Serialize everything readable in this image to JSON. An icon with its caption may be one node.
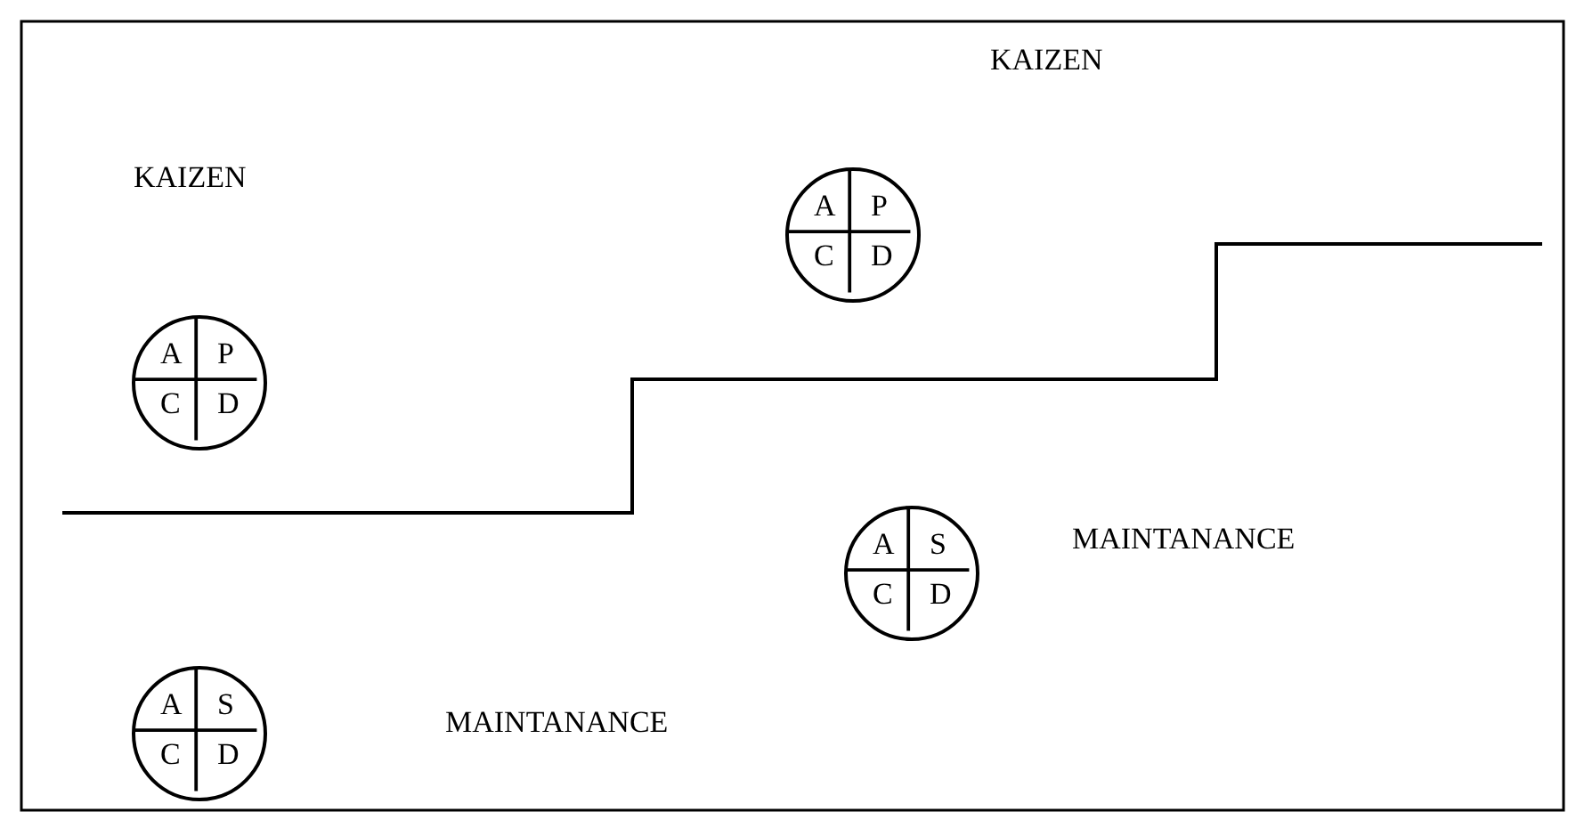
{
  "diagram": {
    "nodes": [
      {
        "text": [
          "A",
          "P",
          "C",
          "D"
        ]
      },
      {
        "text": [
          "A",
          "P",
          "C",
          "D"
        ]
      },
      {
        "text": [
          "A",
          "S",
          "C",
          "D"
        ]
      },
      {
        "text": [
          "A",
          "S",
          "C",
          "D"
        ]
      }
    ],
    "labels": [
      "KAIZEN",
      "KAIZEN",
      "MAINTANANCE",
      "MAINTANANCE"
    ]
  }
}
